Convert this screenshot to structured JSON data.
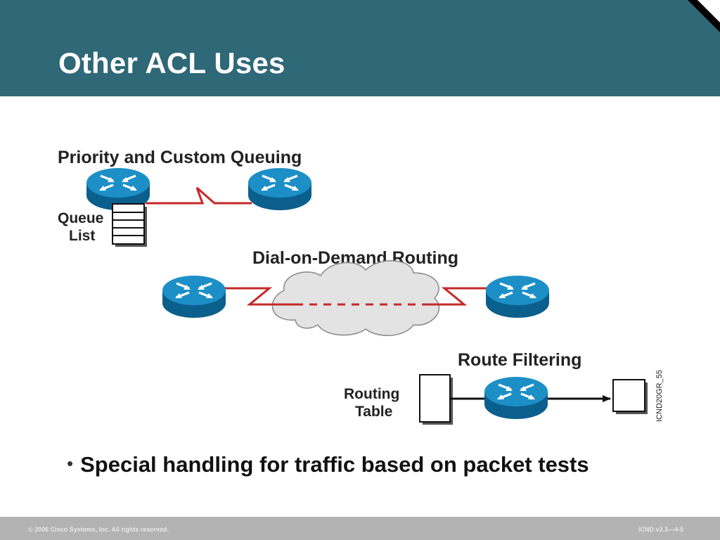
{
  "header": {
    "title": "Other ACL Uses"
  },
  "diagram": {
    "sections": {
      "priority_queuing": "Priority and Custom Queuing",
      "dial_on_demand": "Dial-on-Demand Routing",
      "route_filtering": "Route Filtering"
    },
    "queue_label": {
      "line1": "Queue",
      "line2": "List"
    },
    "routing_table_label": {
      "line1": "Routing",
      "line2": "Table"
    },
    "figure_code": "ICND20GR_55"
  },
  "bullets": [
    "Special handling for traffic based on packet tests"
  ],
  "footer": {
    "copyright": "© 2006 Cisco Systems, Inc. All rights reserved.",
    "course": "ICND v2.3—4-5"
  },
  "colors": {
    "header": "#2f6877",
    "router": "#1d8fc7",
    "serial_link": "#c62828",
    "cloud": "#e3e3e3",
    "footer": "#b3b3b3"
  }
}
